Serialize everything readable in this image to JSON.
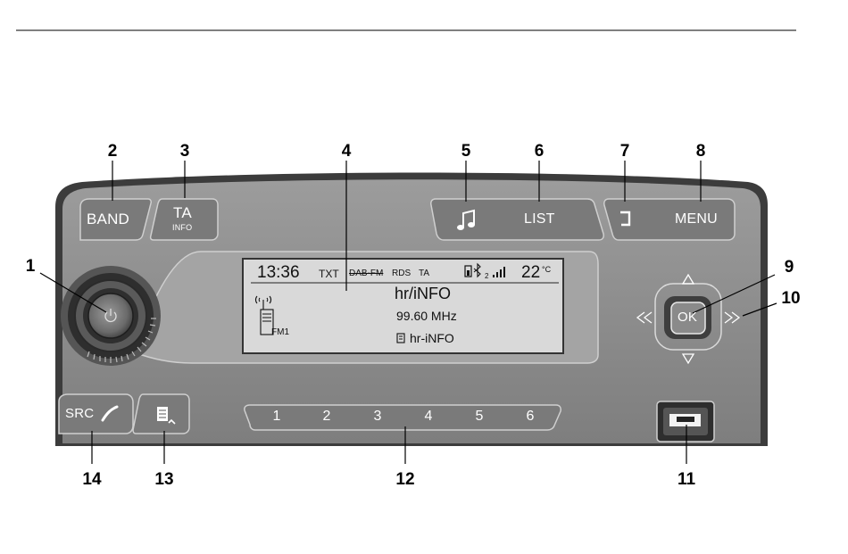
{
  "callouts": {
    "c1": "1",
    "c2": "2",
    "c3": "3",
    "c4": "4",
    "c5": "5",
    "c6": "6",
    "c7": "7",
    "c8": "8",
    "c9": "9",
    "c10": "10",
    "c11": "11",
    "c12": "12",
    "c13": "13",
    "c14": "14"
  },
  "buttons": {
    "band": "BAND",
    "ta": "TA",
    "ta_sub": "INFO",
    "list": "LIST",
    "menu": "MENU",
    "ok": "OK",
    "src": "SRC"
  },
  "presets": [
    "1",
    "2",
    "3",
    "4",
    "5",
    "6"
  ],
  "display": {
    "time": "13:36",
    "txt": "TXT",
    "dab_fm": "DAB-FM",
    "rds": "RDS",
    "ta": "TA",
    "bt_sub": "2",
    "temp": "22",
    "temp_unit": "°C",
    "station": "hr/iNFO",
    "frequency": "99.60 MHz",
    "text_info": "hr-iNFO",
    "band_badge": "FM1"
  },
  "icons": [
    "power-icon",
    "music-note-icon",
    "back-icon",
    "phone-icon",
    "notes-icon",
    "battery-icon",
    "bluetooth-icon",
    "signal-icon",
    "radio-tower-icon",
    "arrow-up-icon",
    "arrow-down-icon",
    "rewind-icon",
    "fast-forward-icon"
  ],
  "colors": {
    "panel": "#8c8c8c",
    "panel_dark": "#3a3a3a",
    "lcd": "#d9d9d9"
  }
}
